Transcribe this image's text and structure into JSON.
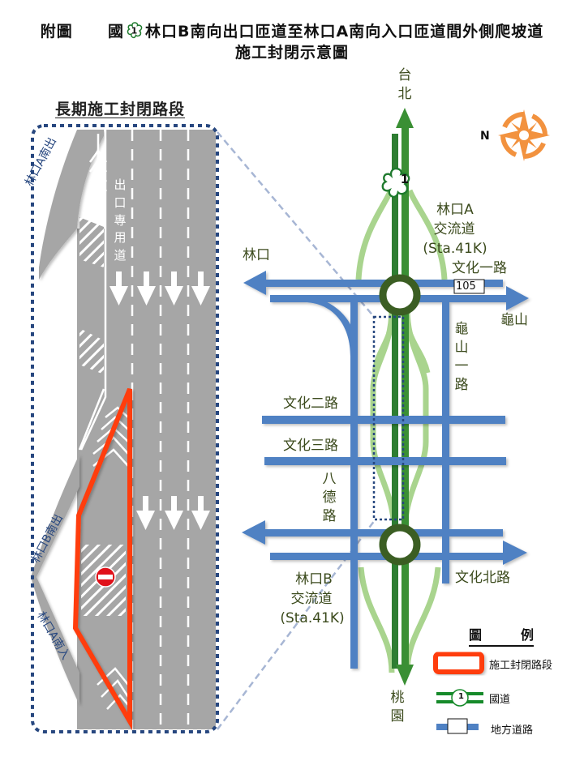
{
  "title": {
    "prefix": "附圖",
    "country_road": "國",
    "route_number": "1",
    "line1_rest": "林口B南向出口匝道至林口A南向入口匝道間外側爬坡道",
    "line2": "施工封閉示意圖"
  },
  "detail_panel": {
    "title": "長期施工封閉路段",
    "exit_lane_label": "出口專用道",
    "ramp_labels": {
      "linkou_a_south_exit": "林口A南出",
      "linkou_b_south_exit": "林口B南出",
      "linkou_a_south_entry": "林口A南入"
    },
    "closure_icon": "no-entry-icon"
  },
  "map": {
    "north_label": "N",
    "compass_icon": "compass-rose-icon",
    "destinations": {
      "north": "台北",
      "south": "桃園",
      "west": "林口",
      "east": "龜山"
    },
    "highway_shield_number": "1",
    "interchange_a": {
      "name": "林口A",
      "type": "交流道",
      "station": "(Sta.41K)"
    },
    "interchange_b": {
      "name": "林口B",
      "type": "交流道",
      "station": "(Sta.41K)"
    },
    "roads": {
      "wenhua_1": "文化一路",
      "wenhua_2": "文化二路",
      "wenhua_3": "文化三路",
      "wenhua_north": "文化北路",
      "bade": "八德路",
      "guishan_1": "龜山一路"
    },
    "route_badge": "105"
  },
  "legend": {
    "title_left": "圖",
    "title_right": "例",
    "items": [
      {
        "label": "施工封閉路段",
        "symbol": "closure-outline"
      },
      {
        "label": "國道",
        "symbol": "national-highway"
      },
      {
        "label": "地方道路",
        "symbol": "local-road"
      }
    ]
  },
  "colors": {
    "closure_red": "#ff3d0f",
    "highway_green": "#3a8f34",
    "ramp_light_green": "#a9d48e",
    "interchange_dark_green": "#3b5e23",
    "local_road_blue": "#4f81c3",
    "frame_navy": "#27477f",
    "asphalt_gray": "#a6a6a6",
    "compass_orange": "#f2923f",
    "label_olive": "#3b4a1c"
  }
}
